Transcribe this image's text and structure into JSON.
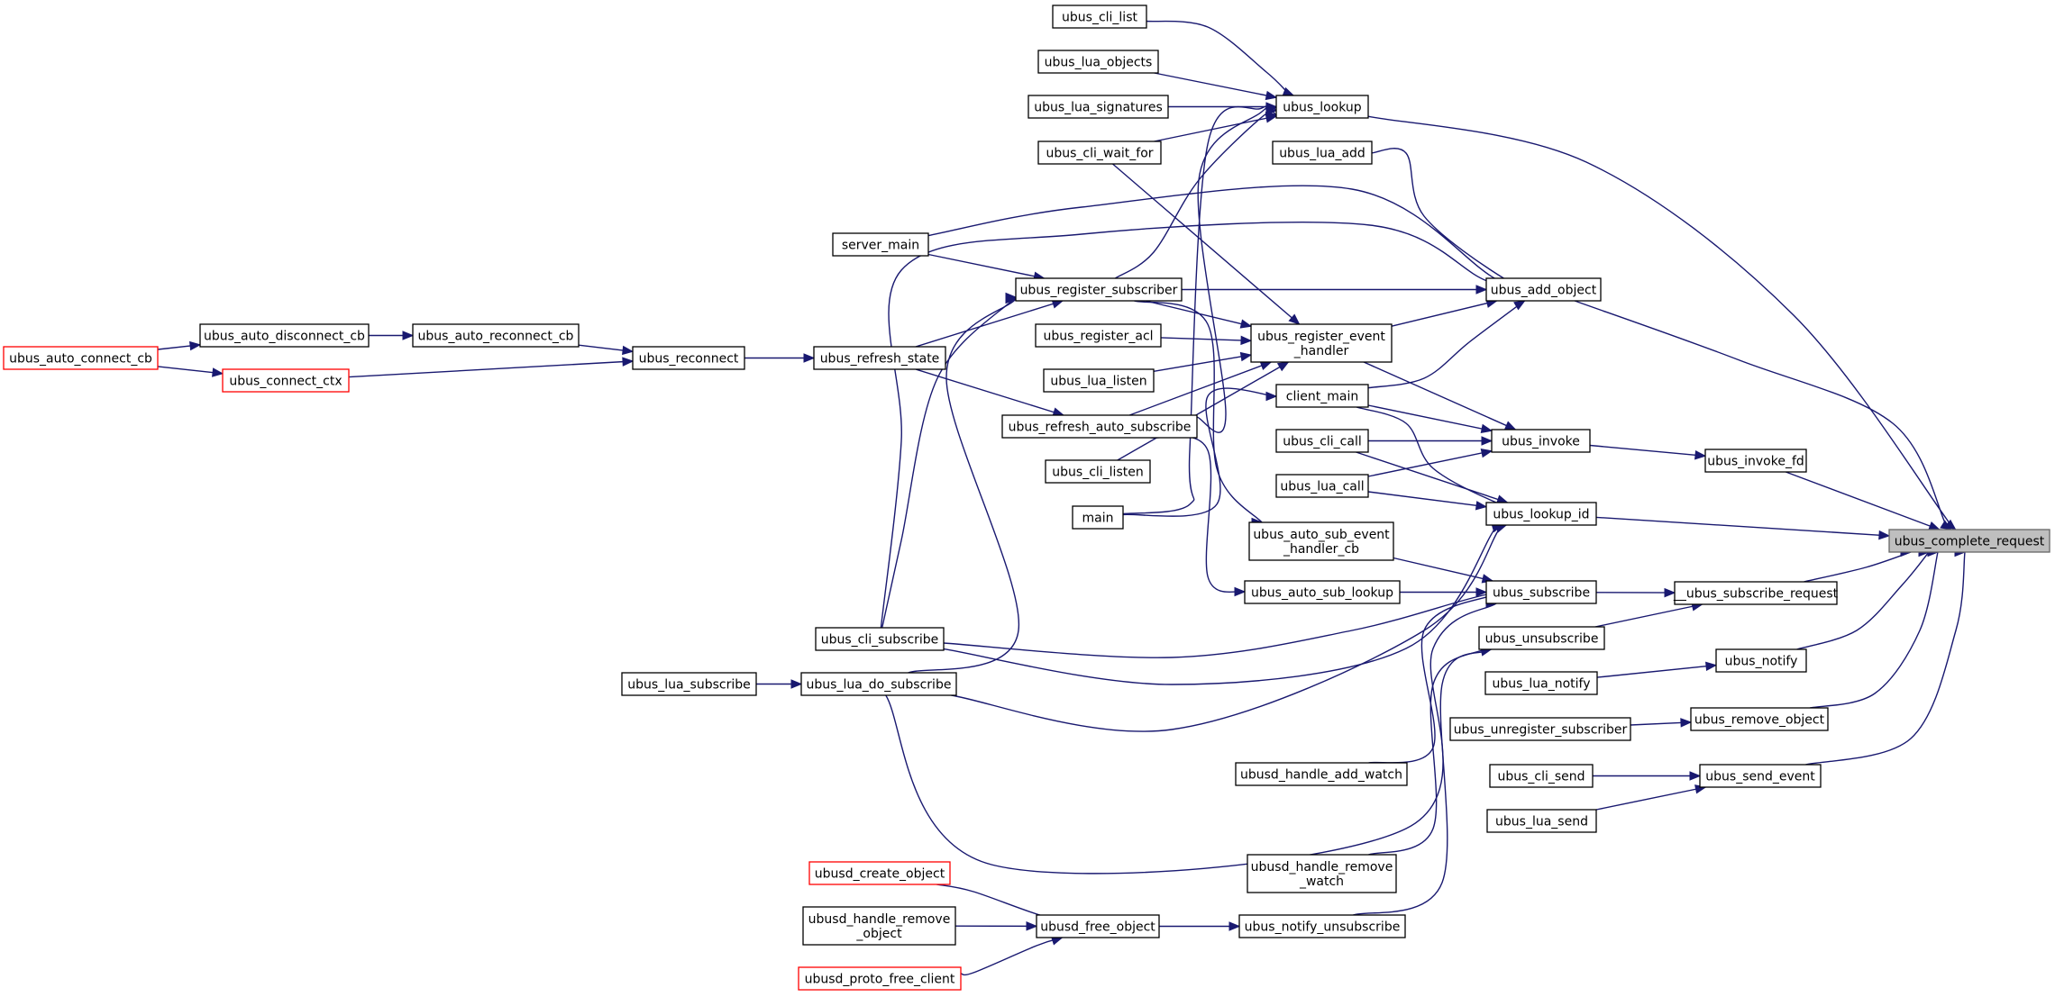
{
  "graph": {
    "root": "ubus_complete_request",
    "nodes": [
      {
        "id": "ubus_complete_request",
        "lines": [
          "ubus_complete_request"
        ],
        "style": "root"
      },
      {
        "id": "ubus_lookup",
        "lines": [
          "ubus_lookup"
        ]
      },
      {
        "id": "ubus_add_object",
        "lines": [
          "ubus_add_object"
        ]
      },
      {
        "id": "ubus_invoke_fd",
        "lines": [
          "ubus_invoke_fd"
        ]
      },
      {
        "id": "ubus_lookup_id",
        "lines": [
          "ubus_lookup_id"
        ]
      },
      {
        "id": "__ubus_subscribe_request",
        "lines": [
          "__ubus_subscribe_request"
        ]
      },
      {
        "id": "ubus_notify",
        "lines": [
          "ubus_notify"
        ]
      },
      {
        "id": "ubus_remove_object",
        "lines": [
          "ubus_remove_object"
        ]
      },
      {
        "id": "ubus_send_event",
        "lines": [
          "ubus_send_event"
        ]
      },
      {
        "id": "ubus_cli_list",
        "lines": [
          "ubus_cli_list"
        ]
      },
      {
        "id": "ubus_lua_objects",
        "lines": [
          "ubus_lua_objects"
        ]
      },
      {
        "id": "ubus_lua_signatures",
        "lines": [
          "ubus_lua_signatures"
        ]
      },
      {
        "id": "ubus_cli_wait_for",
        "lines": [
          "ubus_cli_wait_for"
        ]
      },
      {
        "id": "ubus_lua_add",
        "lines": [
          "ubus_lua_add"
        ]
      },
      {
        "id": "server_main",
        "lines": [
          "server_main"
        ]
      },
      {
        "id": "ubus_register_subscriber",
        "lines": [
          "ubus_register_subscriber"
        ]
      },
      {
        "id": "ubus_register_acl",
        "lines": [
          "ubus_register_acl"
        ]
      },
      {
        "id": "ubus_register_event_handler",
        "lines": [
          "ubus_register_event",
          "_handler"
        ]
      },
      {
        "id": "ubus_lua_listen",
        "lines": [
          "ubus_lua_listen"
        ]
      },
      {
        "id": "client_main",
        "lines": [
          "client_main"
        ]
      },
      {
        "id": "ubus_refresh_auto_subscribe",
        "lines": [
          "ubus_refresh_auto_subscribe"
        ]
      },
      {
        "id": "ubus_cli_listen",
        "lines": [
          "ubus_cli_listen"
        ]
      },
      {
        "id": "main",
        "lines": [
          "main"
        ]
      },
      {
        "id": "ubus_cli_call",
        "lines": [
          "ubus_cli_call"
        ]
      },
      {
        "id": "ubus_lua_call",
        "lines": [
          "ubus_lua_call"
        ]
      },
      {
        "id": "ubus_invoke",
        "lines": [
          "ubus_invoke"
        ]
      },
      {
        "id": "ubus_auto_sub_event_handler_cb",
        "lines": [
          "ubus_auto_sub_event",
          "_handler_cb"
        ]
      },
      {
        "id": "ubus_auto_sub_lookup",
        "lines": [
          "ubus_auto_sub_lookup"
        ]
      },
      {
        "id": "ubus_subscribe",
        "lines": [
          "ubus_subscribe"
        ]
      },
      {
        "id": "ubus_unsubscribe",
        "lines": [
          "ubus_unsubscribe"
        ]
      },
      {
        "id": "ubus_lua_notify",
        "lines": [
          "ubus_lua_notify"
        ]
      },
      {
        "id": "ubus_unregister_subscriber",
        "lines": [
          "ubus_unregister_subscriber"
        ]
      },
      {
        "id": "ubus_cli_send",
        "lines": [
          "ubus_cli_send"
        ]
      },
      {
        "id": "ubus_lua_send",
        "lines": [
          "ubus_lua_send"
        ]
      },
      {
        "id": "ubus_cli_subscribe",
        "lines": [
          "ubus_cli_subscribe"
        ]
      },
      {
        "id": "ubus_lua_subscribe",
        "lines": [
          "ubus_lua_subscribe"
        ]
      },
      {
        "id": "ubus_lua_do_subscribe",
        "lines": [
          "ubus_lua_do_subscribe"
        ]
      },
      {
        "id": "ubusd_handle_add_watch",
        "lines": [
          "ubusd_handle_add_watch"
        ]
      },
      {
        "id": "ubusd_handle_remove_watch",
        "lines": [
          "ubusd_handle_remove",
          "_watch"
        ]
      },
      {
        "id": "ubus_notify_unsubscribe",
        "lines": [
          "ubus_notify_unsubscribe"
        ]
      },
      {
        "id": "ubusd_free_object",
        "lines": [
          "ubusd_free_object"
        ]
      },
      {
        "id": "ubusd_create_object",
        "lines": [
          "ubusd_create_object"
        ],
        "style": "red"
      },
      {
        "id": "ubusd_handle_remove_object",
        "lines": [
          "ubusd_handle_remove",
          "_object"
        ]
      },
      {
        "id": "ubusd_proto_free_client",
        "lines": [
          "ubusd_proto_free_client"
        ],
        "style": "red"
      },
      {
        "id": "ubus_refresh_state",
        "lines": [
          "ubus_refresh_state"
        ]
      },
      {
        "id": "ubus_reconnect",
        "lines": [
          "ubus_reconnect"
        ]
      },
      {
        "id": "ubus_auto_reconnect_cb",
        "lines": [
          "ubus_auto_reconnect_cb"
        ]
      },
      {
        "id": "ubus_auto_disconnect_cb",
        "lines": [
          "ubus_auto_disconnect_cb"
        ]
      },
      {
        "id": "ubus_connect_ctx",
        "lines": [
          "ubus_connect_ctx"
        ],
        "style": "red"
      },
      {
        "id": "ubus_auto_connect_cb",
        "lines": [
          "ubus_auto_connect_cb"
        ],
        "style": "red"
      }
    ],
    "edges": [
      {
        "from": "ubus_lookup",
        "to": "ubus_complete_request"
      },
      {
        "from": "ubus_add_object",
        "to": "ubus_complete_request"
      },
      {
        "from": "ubus_invoke_fd",
        "to": "ubus_complete_request"
      },
      {
        "from": "ubus_lookup_id",
        "to": "ubus_complete_request"
      },
      {
        "from": "__ubus_subscribe_request",
        "to": "ubus_complete_request"
      },
      {
        "from": "ubus_notify",
        "to": "ubus_complete_request"
      },
      {
        "from": "ubus_remove_object",
        "to": "ubus_complete_request"
      },
      {
        "from": "ubus_send_event",
        "to": "ubus_complete_request"
      },
      {
        "from": "ubus_cli_list",
        "to": "ubus_lookup"
      },
      {
        "from": "ubus_lua_objects",
        "to": "ubus_lookup"
      },
      {
        "from": "ubus_lua_signatures",
        "to": "ubus_lookup"
      },
      {
        "from": "ubus_cli_wait_for",
        "to": "ubus_lookup"
      },
      {
        "from": "ubus_register_subscriber",
        "to": "ubus_lookup"
      },
      {
        "from": "ubus_refresh_auto_subscribe",
        "to": "ubus_lookup"
      },
      {
        "from": "main",
        "to": "ubus_lookup"
      },
      {
        "from": "ubus_lua_add",
        "to": "ubus_add_object"
      },
      {
        "from": "server_main",
        "to": "ubus_add_object"
      },
      {
        "from": "ubus_register_subscriber",
        "to": "ubus_add_object"
      },
      {
        "from": "ubus_register_event_handler",
        "to": "ubus_add_object"
      },
      {
        "from": "client_main",
        "to": "ubus_add_object"
      },
      {
        "from": "ubus_cli_subscribe",
        "to": "ubus_add_object"
      },
      {
        "from": "ubus_invoke",
        "to": "ubus_invoke_fd"
      },
      {
        "from": "ubus_register_event_handler",
        "to": "ubus_invoke"
      },
      {
        "from": "client_main",
        "to": "ubus_invoke"
      },
      {
        "from": "ubus_cli_call",
        "to": "ubus_invoke"
      },
      {
        "from": "ubus_cli_wait_for",
        "to": "ubus_register_event_handler"
      },
      {
        "from": "server_main",
        "to": "ubus_register_subscriber"
      },
      {
        "from": "ubus_refresh_state",
        "to": "ubus_register_subscriber"
      },
      {
        "from": "ubus_cli_subscribe",
        "to": "ubus_register_subscriber"
      },
      {
        "from": "ubus_lua_do_subscribe",
        "to": "ubus_register_subscriber"
      },
      {
        "from": "ubus_register_subscriber",
        "to": "ubus_register_event_handler"
      },
      {
        "from": "ubus_register_acl",
        "to": "ubus_register_event_handler"
      },
      {
        "from": "ubus_lua_listen",
        "to": "ubus_register_event_handler"
      },
      {
        "from": "ubus_refresh_auto_subscribe",
        "to": "ubus_register_event_handler"
      },
      {
        "from": "ubus_cli_listen",
        "to": "ubus_register_event_handler"
      },
      {
        "from": "main",
        "to": "client_main"
      },
      {
        "from": "ubus_refresh_state",
        "to": "ubus_refresh_auto_subscribe"
      },
      {
        "from": "ubus_register_subscriber",
        "to": "ubus_auto_sub_event_handler_cb"
      },
      {
        "from": "ubus_refresh_auto_subscribe",
        "to": "ubus_auto_sub_lookup"
      },
      {
        "from": "client_main",
        "to": "ubus_lookup_id"
      },
      {
        "from": "ubus_cli_call",
        "to": "ubus_lookup_id"
      },
      {
        "from": "ubus_lua_call",
        "to": "ubus_lookup_id"
      },
      {
        "from": "ubus_lua_call",
        "to": "ubus_invoke"
      },
      {
        "from": "ubus_cli_subscribe",
        "to": "ubus_lookup_id"
      },
      {
        "from": "ubus_lua_do_subscribe",
        "to": "ubus_lookup_id"
      },
      {
        "from": "ubus_auto_sub_event_handler_cb",
        "to": "ubus_subscribe"
      },
      {
        "from": "ubus_auto_sub_lookup",
        "to": "ubus_subscribe"
      },
      {
        "from": "ubus_cli_subscribe",
        "to": "ubus_subscribe"
      },
      {
        "from": "ubus_lua_do_subscribe",
        "to": "ubus_subscribe"
      },
      {
        "from": "ubusd_handle_add_watch",
        "to": "ubus_subscribe"
      },
      {
        "from": "ubusd_handle_remove_watch",
        "to": "ubus_unsubscribe"
      },
      {
        "from": "ubus_notify_unsubscribe",
        "to": "ubus_unsubscribe"
      },
      {
        "from": "ubus_subscribe",
        "to": "__ubus_subscribe_request"
      },
      {
        "from": "ubus_unsubscribe",
        "to": "__ubus_subscribe_request"
      },
      {
        "from": "ubus_lua_notify",
        "to": "ubus_notify"
      },
      {
        "from": "ubus_unregister_subscriber",
        "to": "ubus_remove_object"
      },
      {
        "from": "ubus_cli_send",
        "to": "ubus_send_event"
      },
      {
        "from": "ubus_lua_send",
        "to": "ubus_send_event"
      },
      {
        "from": "ubus_lua_subscribe",
        "to": "ubus_lua_do_subscribe"
      },
      {
        "from": "ubusd_free_object",
        "to": "ubus_notify_unsubscribe"
      },
      {
        "from": "ubusd_create_object",
        "to": "ubusd_free_object"
      },
      {
        "from": "ubusd_handle_remove_object",
        "to": "ubusd_free_object"
      },
      {
        "from": "ubusd_proto_free_client",
        "to": "ubusd_free_object"
      },
      {
        "from": "ubus_reconnect",
        "to": "ubus_refresh_state"
      },
      {
        "from": "ubus_auto_reconnect_cb",
        "to": "ubus_reconnect"
      },
      {
        "from": "ubus_connect_ctx",
        "to": "ubus_reconnect"
      },
      {
        "from": "ubus_auto_disconnect_cb",
        "to": "ubus_auto_reconnect_cb"
      },
      {
        "from": "ubus_auto_connect_cb",
        "to": "ubus_auto_disconnect_cb"
      },
      {
        "from": "ubus_auto_connect_cb",
        "to": "ubus_connect_ctx"
      }
    ]
  }
}
